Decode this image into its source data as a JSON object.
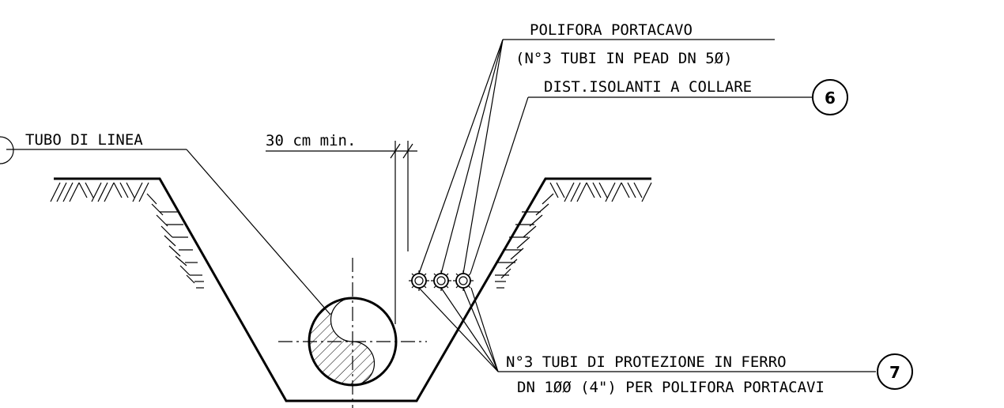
{
  "labels": {
    "polifora_line1": "POLIFORA PORTACAVO",
    "polifora_line2": "(N°3 TUBI IN PEAD DN 5Ø)",
    "distanziali": "DIST.ISOLANTI A COLLARE",
    "tubo_linea": "TUBO DI LINEA",
    "dimension": "30 cm min.",
    "protezione_line1": "N°3 TUBI DI PROTEZIONE IN FERRO",
    "protezione_line2": "DN 1ØØ (4\") PER POLIFORA PORTACAVI"
  },
  "callouts": {
    "six": "6",
    "seven": "7"
  }
}
